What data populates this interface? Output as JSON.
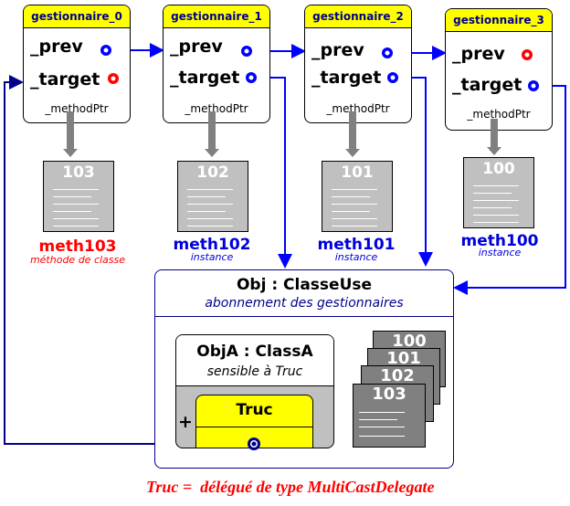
{
  "gestionnaires": [
    {
      "title": "gestionnaire_0",
      "prev": "_prev",
      "target": "_target",
      "method_ptr": "_methodPtr",
      "prev_state": "linked",
      "target_state": "null"
    },
    {
      "title": "gestionnaire_1",
      "prev": "_prev",
      "target": "_target",
      "method_ptr": "_methodPtr",
      "prev_state": "linked",
      "target_state": "linked"
    },
    {
      "title": "gestionnaire_2",
      "prev": "_prev",
      "target": "_target",
      "method_ptr": "_methodPtr",
      "prev_state": "linked",
      "target_state": "linked"
    },
    {
      "title": "gestionnaire_3",
      "prev": "_prev",
      "target": "_target",
      "method_ptr": "_methodPtr",
      "prev_state": "null",
      "target_state": "linked"
    }
  ],
  "methods": [
    {
      "code": "103",
      "name": "meth103",
      "kind": "méthode de classe",
      "color": "#ff0000"
    },
    {
      "code": "102",
      "name": "meth102",
      "kind": "instance",
      "color": "#0000dd"
    },
    {
      "code": "101",
      "name": "meth101",
      "kind": "instance",
      "color": "#0000dd"
    },
    {
      "code": "100",
      "name": "meth100",
      "kind": "instance",
      "color": "#0000dd"
    }
  ],
  "obj": {
    "title": "Obj : ClasseUse",
    "subtitle": "abonnement des gestionnaires"
  },
  "obja": {
    "title": "ObjA : ClassA",
    "subtitle": "sensible à Truc",
    "delegate": "Truc",
    "plus": "+"
  },
  "stack": [
    "100",
    "101",
    "102",
    "103"
  ],
  "caption": "Truc =  délégué de type MultiCastDelegate",
  "colors": {
    "header": "#ffff00",
    "link": "#0000ff",
    "null": "#ff0000",
    "dark_link": "#00008b",
    "caption": "#ff0000"
  }
}
